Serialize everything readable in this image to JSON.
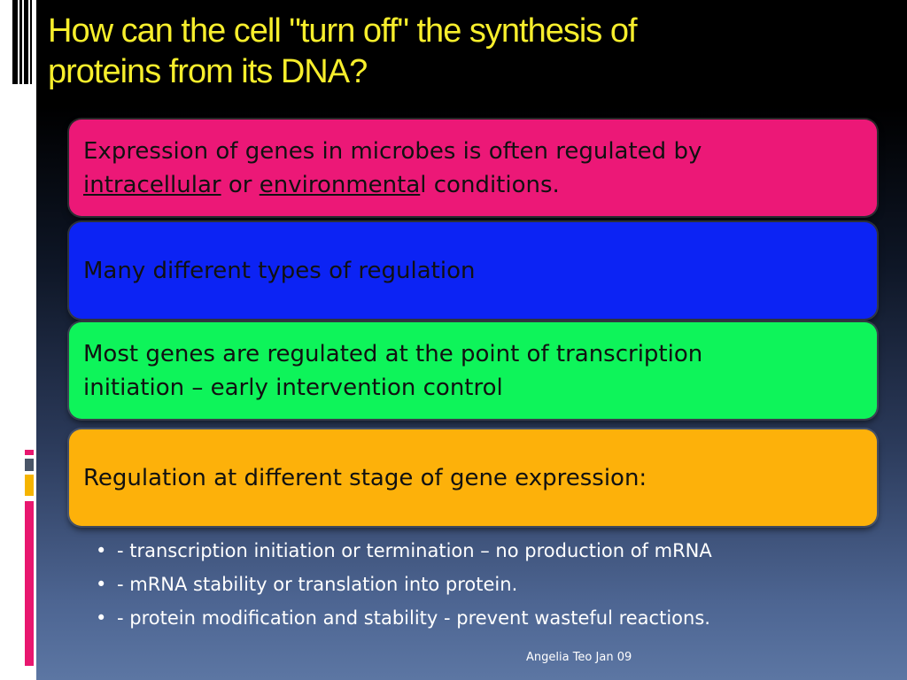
{
  "slide": {
    "title_line1": "How can the cell \"turn off\" the synthesis of",
    "title_line2": "proteins from its DNA?",
    "boxes": [
      {
        "text_part1": "Expression of genes in microbes is often regulated by",
        "underline1": "intracellular",
        "text_or": " or ",
        "underline2": "environmenta",
        "text_end": "l conditions.",
        "color": "#ec1877"
      },
      {
        "text": "Many different types of regulation",
        "color": "#0c23f4"
      },
      {
        "line1": "Most genes are regulated at the point of transcription",
        "line2": "initiation – early intervention control",
        "color": "#0ef45a"
      },
      {
        "text": "Regulation at different stage of gene expression:",
        "color": "#fdb10a"
      }
    ],
    "bullet_glyph": "•",
    "bullets": [
      "- transcription  initiation or termination – no production of mRNA",
      "- mRNA stability or translation into protein.",
      "- protein modification and stability -  prevent wasteful reactions."
    ],
    "footer": "Angelia Teo Jan 09",
    "title_color": "#f7ee2c"
  }
}
